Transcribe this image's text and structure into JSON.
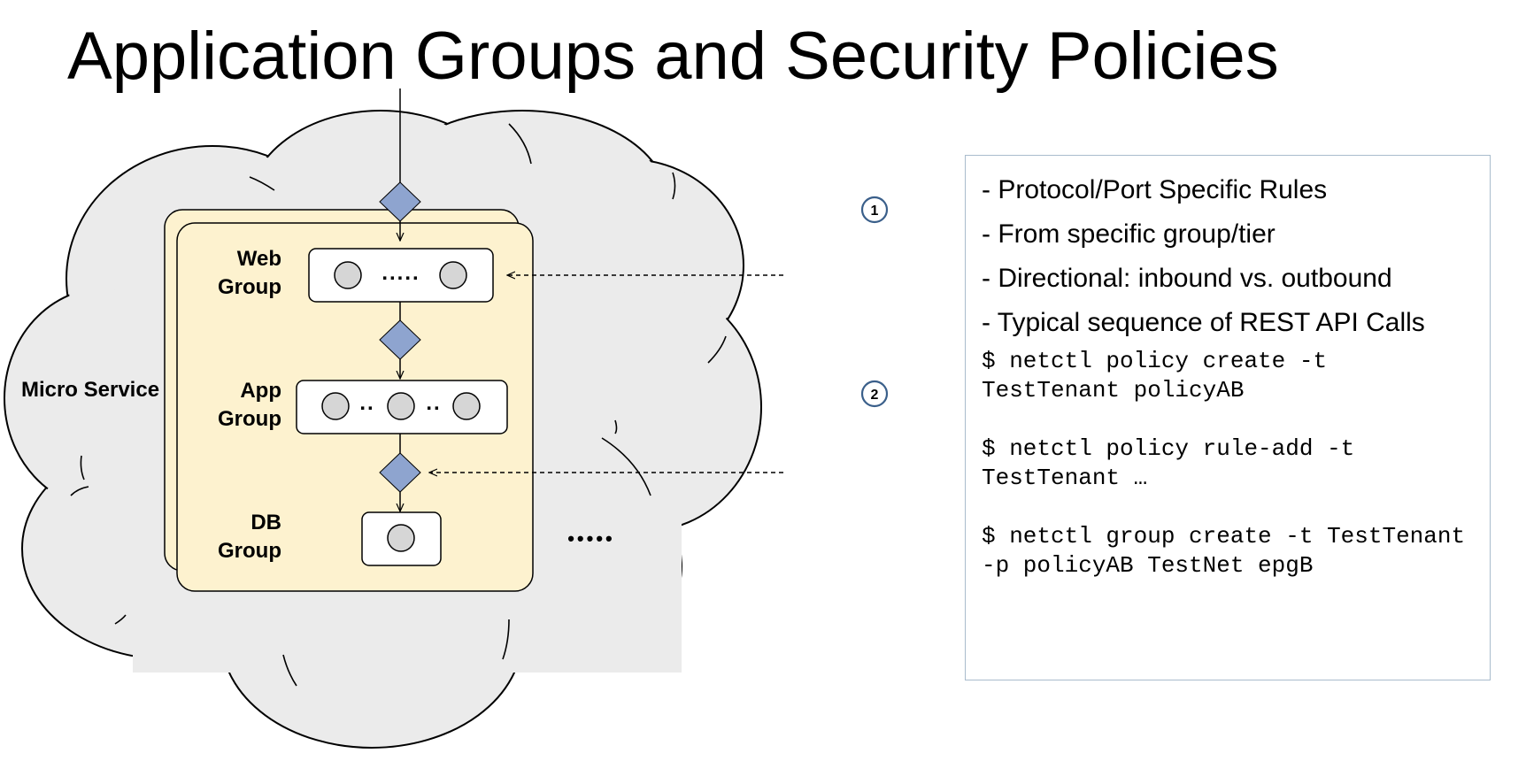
{
  "title": "Application Groups and Security Policies",
  "diagram": {
    "cloud_label": "Micro Service",
    "groups": [
      {
        "line1": "Web",
        "line2": "Group",
        "ellipsis": "....."
      },
      {
        "line1": "App",
        "line2": "Group",
        "ellipsis_left": "..",
        "ellipsis_right": ".."
      },
      {
        "line1": "DB",
        "line2": "Group"
      }
    ],
    "more_ellipsis": "•••••",
    "markers": [
      "1",
      "2"
    ]
  },
  "panel": {
    "rules": [
      "- Protocol/Port Specific Rules",
      "- From specific group/tier",
      "- Directional: inbound vs. outbound",
      "- Typical sequence of REST API Calls"
    ],
    "commands": [
      "$ netctl policy create -t TestTenant policyAB",
      "$ netctl policy rule-add -t TestTenant …",
      "$ netctl group create -t TestTenant -p policyAB TestNet epgB"
    ]
  },
  "colors": {
    "cloud_fill": "#ebebeb",
    "group_fill": "#fdf2cf",
    "diamond_fill": "#8ea4cf",
    "endpoint_fill": "#d6d6d6",
    "marker_stroke": "#3a5f8a",
    "panel_border": "#a9bccd"
  }
}
